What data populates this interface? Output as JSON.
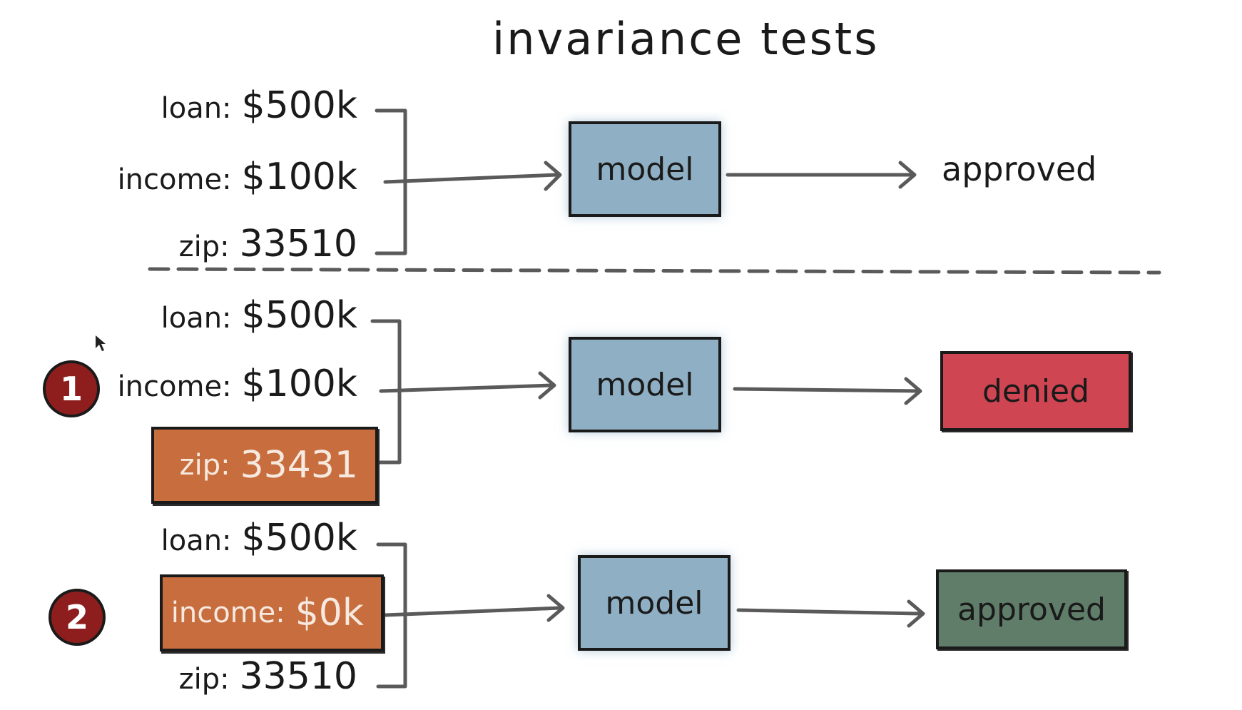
{
  "title": "invariance tests",
  "baseline": {
    "loan_key": "loan:",
    "loan_val": "$500k",
    "income_key": "income:",
    "income_val": "$100k",
    "zip_key": "zip:",
    "zip_val": "33510",
    "model": "model",
    "result": "approved"
  },
  "test1": {
    "badge": "1",
    "loan_key": "loan:",
    "loan_val": "$500k",
    "income_key": "income:",
    "income_val": "$100k",
    "zip_key": "zip:",
    "zip_val": "33431",
    "model": "model",
    "result": "denied"
  },
  "test2": {
    "badge": "2",
    "loan_key": "loan:",
    "loan_val": "$500k",
    "income_key": "income:",
    "income_val": "$0k",
    "zip_key": "zip:",
    "zip_val": "33510",
    "model": "model",
    "result": "approved"
  },
  "colors": {
    "model": "#8fafc4",
    "highlight": "#c76d3e",
    "denied": "#d04552",
    "approved": "#5f7d69",
    "badge": "#8e1e1e"
  }
}
